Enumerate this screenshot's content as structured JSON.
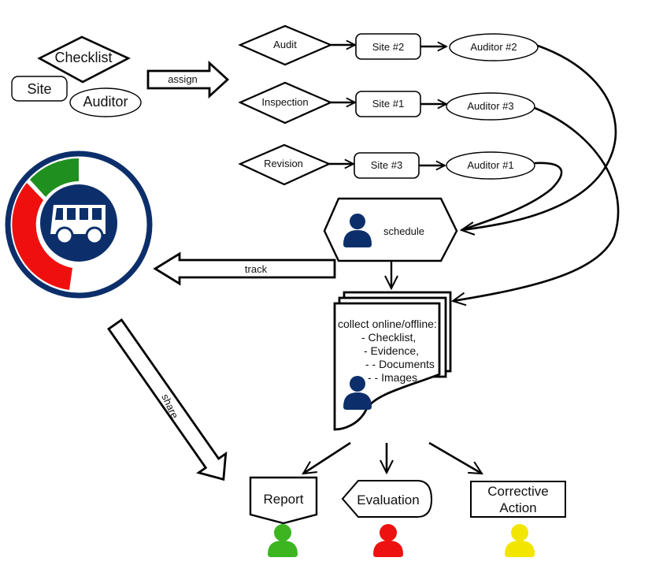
{
  "inputs": {
    "checklist": "Checklist",
    "site": "Site",
    "auditor": "Auditor"
  },
  "assign_label": "assign",
  "rows": [
    {
      "type": "Audit",
      "site": "Site #2",
      "auditor": "Auditor #2"
    },
    {
      "type": "Inspection",
      "site": "Site #1",
      "auditor": "Auditor #3"
    },
    {
      "type": "Revision",
      "site": "Site #3",
      "auditor": "Auditor #1"
    }
  ],
  "schedule_label": "schedule",
  "track_label": "track",
  "share_label": "share",
  "collect": {
    "title": "collect online/offline:",
    "lines": [
      "- Checklist,",
      "- Evidence,",
      "- - Documents",
      "- - Images"
    ]
  },
  "outputs": [
    {
      "label": "Report",
      "person_color": "#3cb521"
    },
    {
      "label": "Evaluation",
      "person_color": "#ee1111"
    },
    {
      "label": "Corrective Action",
      "person_color": "#f2e600"
    }
  ],
  "colors": {
    "navy": "#0c2f6b",
    "gauge_green": "#1f8f1f",
    "gauge_red": "#f00f0f",
    "stroke": "#000000"
  }
}
